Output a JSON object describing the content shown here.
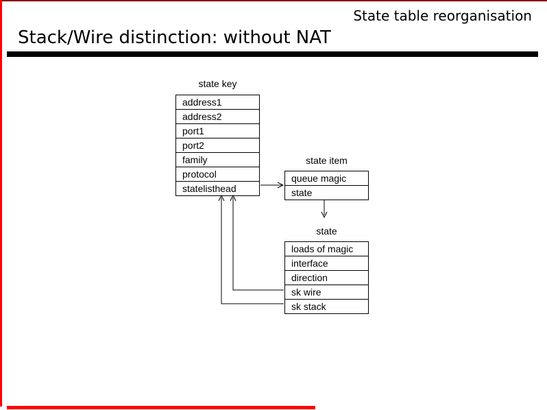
{
  "slide": {
    "header_right": "State table reorganisation",
    "title": "Stack/Wire distinction: without NAT"
  },
  "diagram": {
    "tables": [
      {
        "label": "state key",
        "rows": [
          "address1",
          "address2",
          "port1",
          "port2",
          "family",
          "protocol",
          "statelisthead"
        ]
      },
      {
        "label": "state item",
        "rows": [
          "queue magic",
          "state"
        ]
      },
      {
        "label": "state",
        "rows": [
          "loads of magic",
          "interface",
          "direction",
          "sk wire",
          "sk stack"
        ]
      }
    ],
    "connections": [
      "statelisthead -> state item",
      "state item.state -> state",
      "state.sk wire -> state key",
      "state.sk stack -> state key"
    ]
  },
  "colors": {
    "accent_red": "#ff0000",
    "top_border": "#8b0000",
    "line_black": "#000000"
  }
}
